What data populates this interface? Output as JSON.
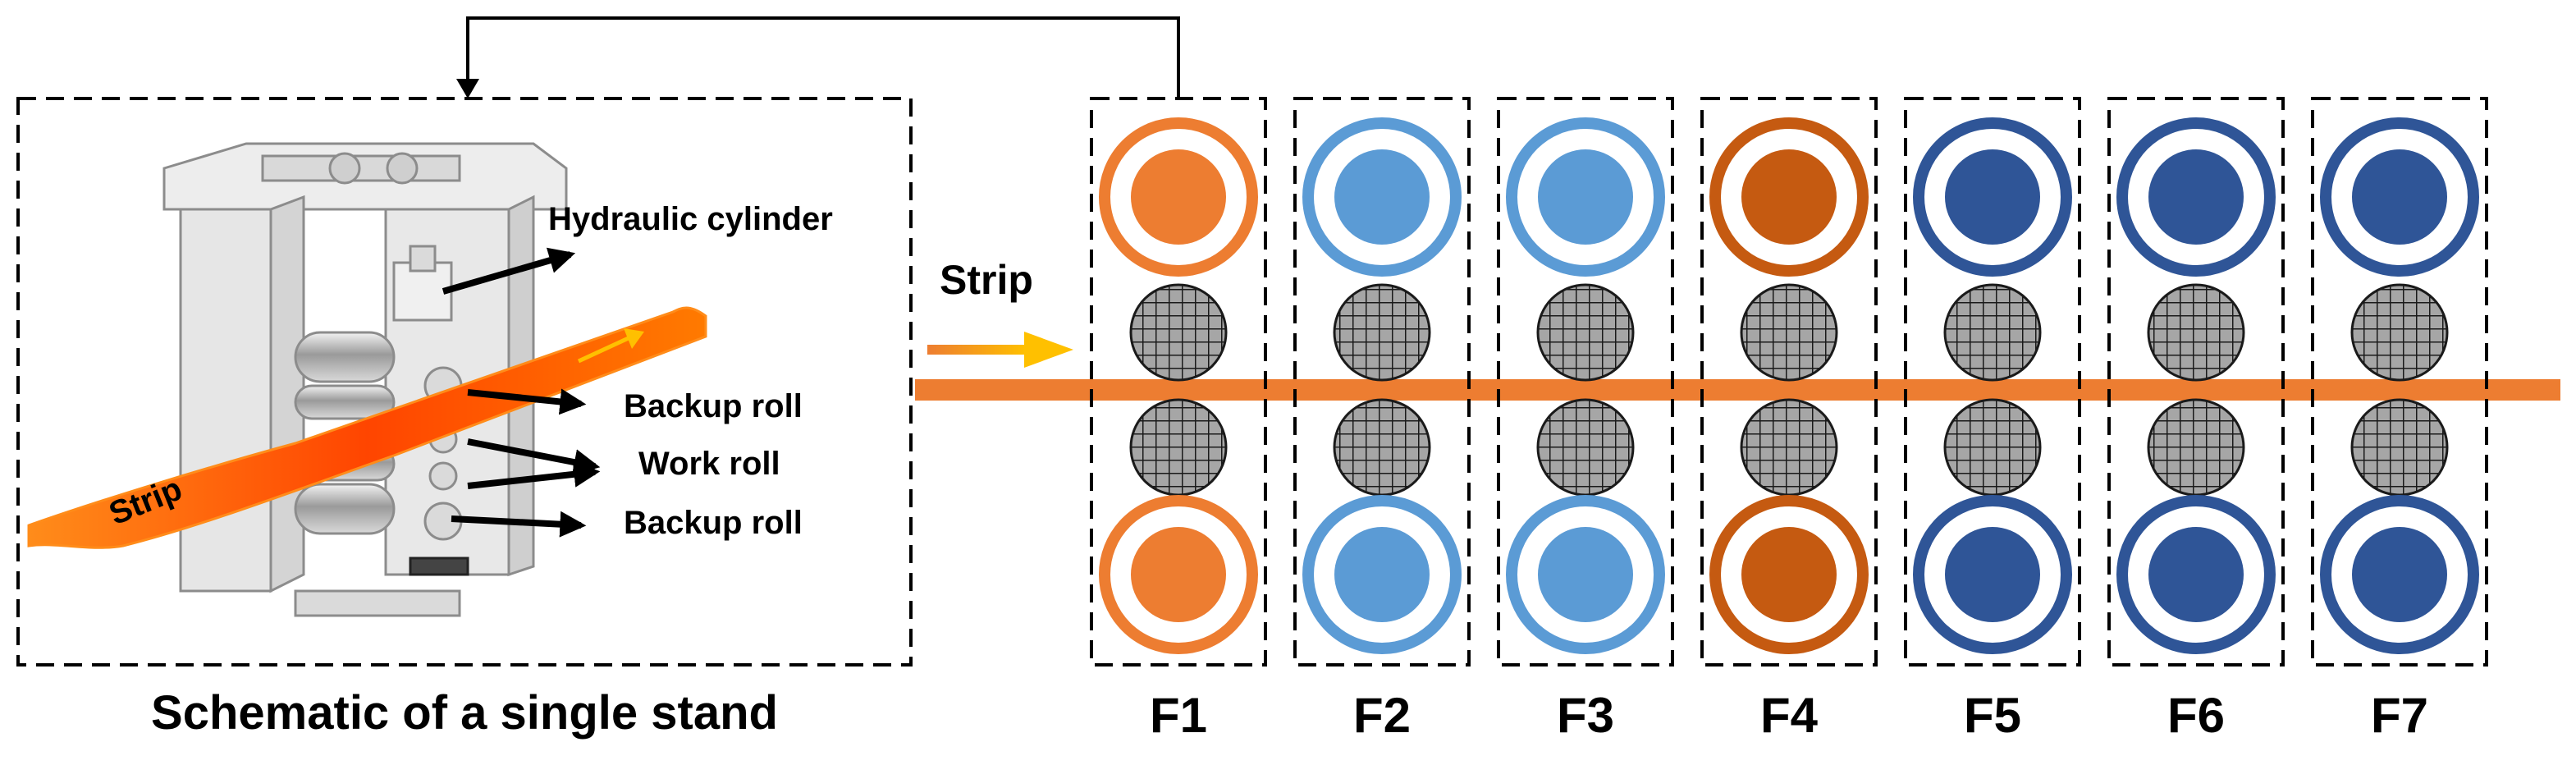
{
  "schematic": {
    "caption": "Schematic of a single stand",
    "strip_label": "Strip",
    "callouts": {
      "hydraulic": "Hydraulic cylinder",
      "backup_top": "Backup roll",
      "work": "Work roll",
      "backup_bottom": "Backup roll"
    }
  },
  "line": {
    "strip_label": "Strip",
    "strip_color": "#ED7D31"
  },
  "stands": [
    {
      "label": "F1",
      "color": "#ED7D31"
    },
    {
      "label": "F2",
      "color": "#5B9BD5"
    },
    {
      "label": "F3",
      "color": "#5B9BD5"
    },
    {
      "label": "F4",
      "color": "#C55A11"
    },
    {
      "label": "F5",
      "color": "#2F5597"
    },
    {
      "label": "F6",
      "color": "#2F5597"
    },
    {
      "label": "F7",
      "color": "#2F5597"
    }
  ],
  "colors": {
    "strip_hot": "#FF4500",
    "strip_edge": "#FF8C1A",
    "machine": "#E6E6E6",
    "machine_edge": "#8C8C8C",
    "work_roll_fill": "#A6A6A6"
  }
}
